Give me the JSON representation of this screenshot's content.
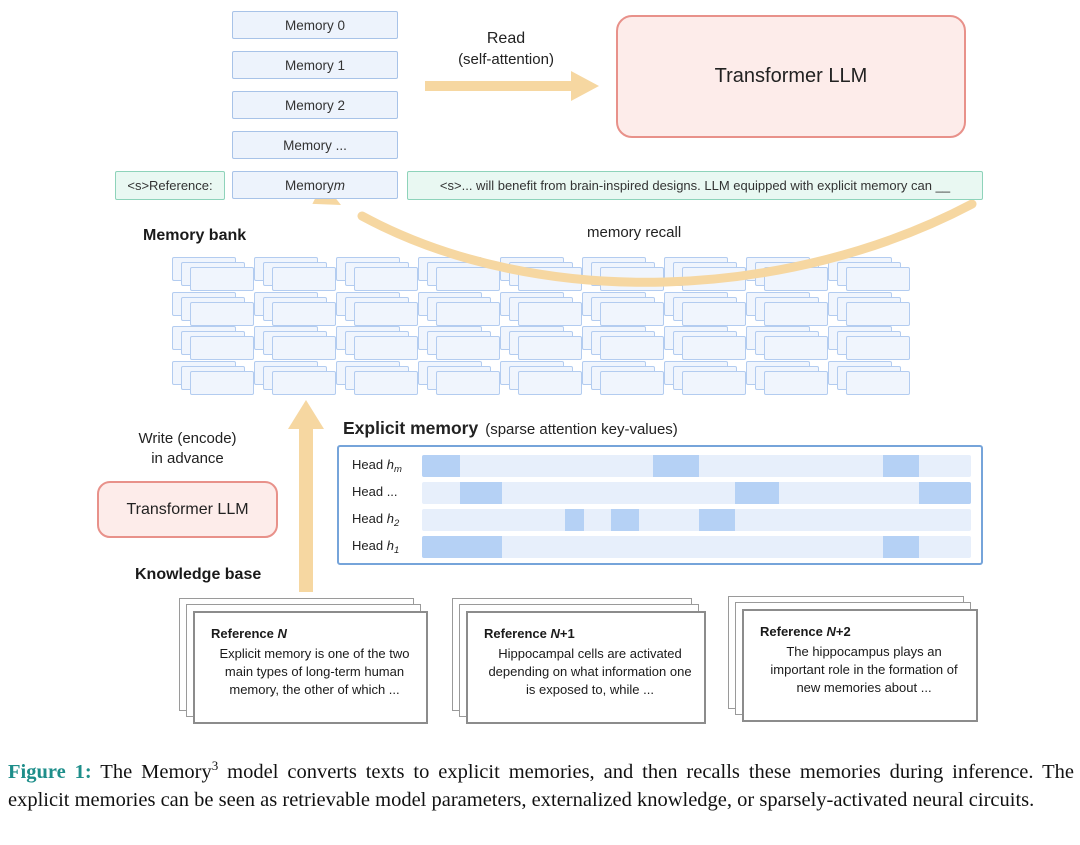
{
  "colors": {
    "arrow": "#f6d7a1",
    "pink_fill": "#fdecea",
    "pink_border": "#e8918a",
    "memory_box_fill": "#edf3fc",
    "memory_box_border": "#a8c3e8",
    "green_fill": "#e9f8f2",
    "green_border": "#8ed3ba",
    "bank_border": "#b3ccf0",
    "explicit_box_border": "#76a4da",
    "strip_light": "#e7effb",
    "strip_dark": "#b5d1f5",
    "caption_label_color": "#1e8e8a"
  },
  "memory_stack": {
    "boxes": [
      "Memory 0",
      "Memory 1",
      "Memory 2",
      "Memory ..."
    ],
    "last_prefix": "Memory ",
    "last_var": "m"
  },
  "prompt": {
    "left_token": "<s>Reference:",
    "right_text": "<s>... will benefit from brain-inspired designs. LLM equipped with explicit memory can __"
  },
  "read_arrow": {
    "line1": "Read",
    "line2": "(self-attention)"
  },
  "transformer_top_label": "Transformer LLM",
  "memory_bank": {
    "label": "Memory bank",
    "rows": 4,
    "cols": 9
  },
  "recall_label": "memory recall",
  "explicit_memory": {
    "title": "Explicit memory",
    "subtitle": "(sparse attention key-values)",
    "heads": [
      {
        "prefix": "Head ",
        "var": "h",
        "sub": "m",
        "segments": [
          [
            0.0,
            0.07
          ],
          [
            0.42,
            0.505
          ],
          [
            0.84,
            0.905
          ]
        ]
      },
      {
        "prefix": "Head ...",
        "var": "",
        "sub": "",
        "segments": [
          [
            0.07,
            0.145
          ],
          [
            0.57,
            0.65
          ],
          [
            0.905,
            1.0
          ]
        ]
      },
      {
        "prefix": "Head ",
        "var": "h",
        "sub": "2",
        "segments": [
          [
            0.26,
            0.295
          ],
          [
            0.345,
            0.395
          ],
          [
            0.505,
            0.57
          ]
        ]
      },
      {
        "prefix": "Head ",
        "var": "h",
        "sub": "1",
        "segments": [
          [
            0.0,
            0.145
          ],
          [
            0.84,
            0.905
          ]
        ]
      }
    ]
  },
  "write": {
    "line1": "Write (encode)",
    "line2": "in advance",
    "transformer_label": "Transformer LLM"
  },
  "knowledge_base": {
    "label": "Knowledge base",
    "cards": [
      {
        "title_prefix": "Reference ",
        "title_var": "N",
        "title_suffix": "",
        "body": "Explicit memory is one of the two main types of long-term human memory, the other of which ..."
      },
      {
        "title_prefix": "Reference ",
        "title_var": "N",
        "title_suffix": "+1",
        "body": "Hippocampal cells are activated depending on what information one is exposed to, while ..."
      },
      {
        "title_prefix": "Reference ",
        "title_var": "N",
        "title_suffix": "+2",
        "body": "The hippocampus plays an important role in the formation of new memories about ..."
      }
    ]
  },
  "caption": {
    "label": "Figure 1:",
    "text_before_sup": "The Memory",
    "sup": "3",
    "text_after_sup": " model converts texts to explicit memories, and then recalls these memories during inference. The explicit memories can be seen as retrievable model parameters, externalized knowledge, or sparsely-activated neural circuits."
  }
}
